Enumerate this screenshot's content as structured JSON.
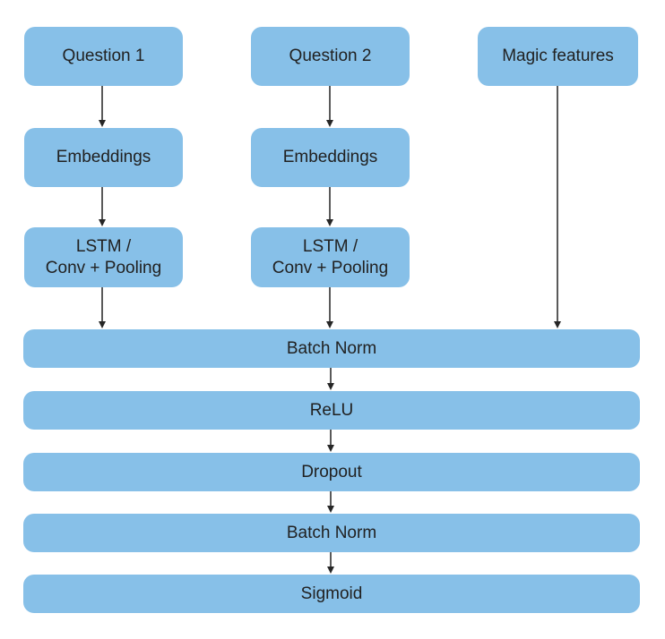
{
  "diagram": {
    "colors": {
      "node_fill": "#87c0e8",
      "text": "#212121",
      "arrow_line": "#5a5a5a",
      "arrow_head": "#262626",
      "background": "#ffffff"
    },
    "columns": [
      {
        "input": "Question 1",
        "embedding": "Embeddings",
        "encoder_line1": "LSTM /",
        "encoder_line2": "Conv + Pooling"
      },
      {
        "input": "Question 2",
        "embedding": "Embeddings",
        "encoder_line1": "LSTM /",
        "encoder_line2": "Conv + Pooling"
      },
      {
        "input": "Magic features"
      }
    ],
    "stack": [
      "Batch Norm",
      "ReLU",
      "Dropout",
      "Batch Norm",
      "Sigmoid"
    ]
  }
}
